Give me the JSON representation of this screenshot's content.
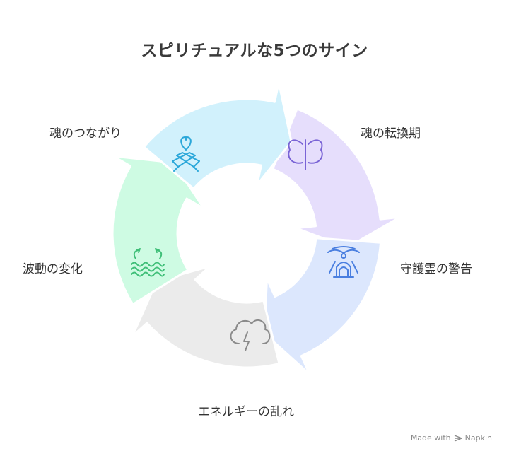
{
  "title": "スピリチュアルな5つのサイン",
  "segments": [
    {
      "label": "魂の転換期",
      "icon": "butterfly-icon",
      "color": "#e6defc",
      "stroke": "#7a64d6"
    },
    {
      "label": "守護霊の警告",
      "icon": "angel-icon",
      "color": "#dce7fd",
      "stroke": "#4a7fe0"
    },
    {
      "label": "エネルギーの乱れ",
      "icon": "storm-cloud-icon",
      "color": "#ebebeb",
      "stroke": "#8a8a8a"
    },
    {
      "label": "波動の変化",
      "icon": "waves-icon",
      "color": "#cefbe3",
      "stroke": "#3fbf78"
    },
    {
      "label": "魂のつながり",
      "icon": "heart-hands-icon",
      "color": "#d1f1fc",
      "stroke": "#2aa7d9"
    }
  ],
  "footer": {
    "made_with": "Made with",
    "brand": "Napkin"
  }
}
